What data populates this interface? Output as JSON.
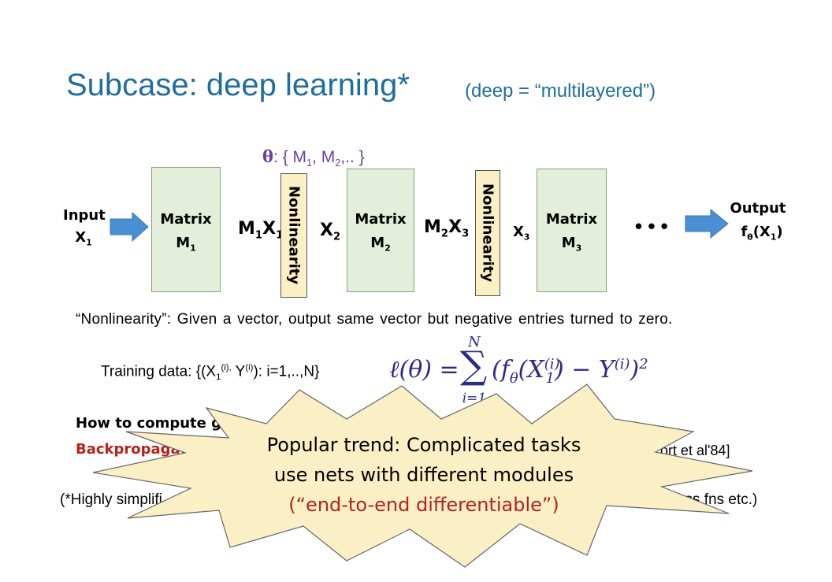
{
  "title": "Subcase: deep learning*",
  "subtitle": "(deep = “multilayered”)",
  "theta": {
    "symbol": "θ",
    "text": ": { M",
    "s1": "1",
    "mid": ", M",
    "s2": "2",
    "end": ",.. }"
  },
  "diagram": {
    "input": {
      "label": "Input",
      "var": "X",
      "sub": "1"
    },
    "matrix1": {
      "label": "Matrix",
      "var": "M",
      "sub": "1"
    },
    "m1x1": {
      "a": "M",
      "as": "1",
      "b": "X",
      "bs": "1"
    },
    "nonlin1": "Nonlinearity",
    "x2": {
      "var": "X",
      "sub": "2"
    },
    "matrix2": {
      "label": "Matrix",
      "var": "M",
      "sub": "2"
    },
    "m2x3": {
      "a": "M",
      "as": "2",
      "b": "X",
      "bs": "3"
    },
    "nonlin2": "Nonlinearity",
    "x3": {
      "var": "X",
      "sub": "3"
    },
    "matrix3": {
      "label": "Matrix",
      "var": "M",
      "sub": "3"
    },
    "dots": "• • •",
    "output": {
      "label": "Output",
      "f": "f",
      "fsub": "θ",
      "arg": "(X",
      "argsub": "1",
      "close": ")"
    },
    "colors": {
      "arrow": "#4a8fd1",
      "matrix": "#e3eedb",
      "nonlinearity": "#fbefc6"
    }
  },
  "nonlinearity_def": "“Nonlinearity”: Given a vector, output same vector but negative entries turned to zero.",
  "training": {
    "label": "Training data: {(X",
    "s1": "1",
    "sup1": "(i),",
    "y": " Y",
    "sup2": "(i)",
    "rest": "): i=1,..,N}"
  },
  "formula": {
    "lhs": "ℓ(θ) =",
    "sum": "∑",
    "upper": "N",
    "lower": "i=1",
    "f": "(f",
    "fsub": "θ",
    "x": "(X",
    "xsup": "(i)",
    "xsub": "1",
    "minus": ") − Y",
    "ysup": "(i)",
    "close": ")",
    "pow": "2"
  },
  "gradient_line": "How to compute gr",
  "backprop_line": "Backpropagatio",
  "backprop_tail": "ort et al'84]",
  "footnote_left": "(*Highly simplifi",
  "footnote_right": "her loss fns etc.)",
  "callout": {
    "line1": "Popular trend: Complicated tasks",
    "line2": "use nets with different modules",
    "line3": "(“end-to-end differentiable”)",
    "fill": "#fbefc6",
    "accent": "#b5221b"
  }
}
